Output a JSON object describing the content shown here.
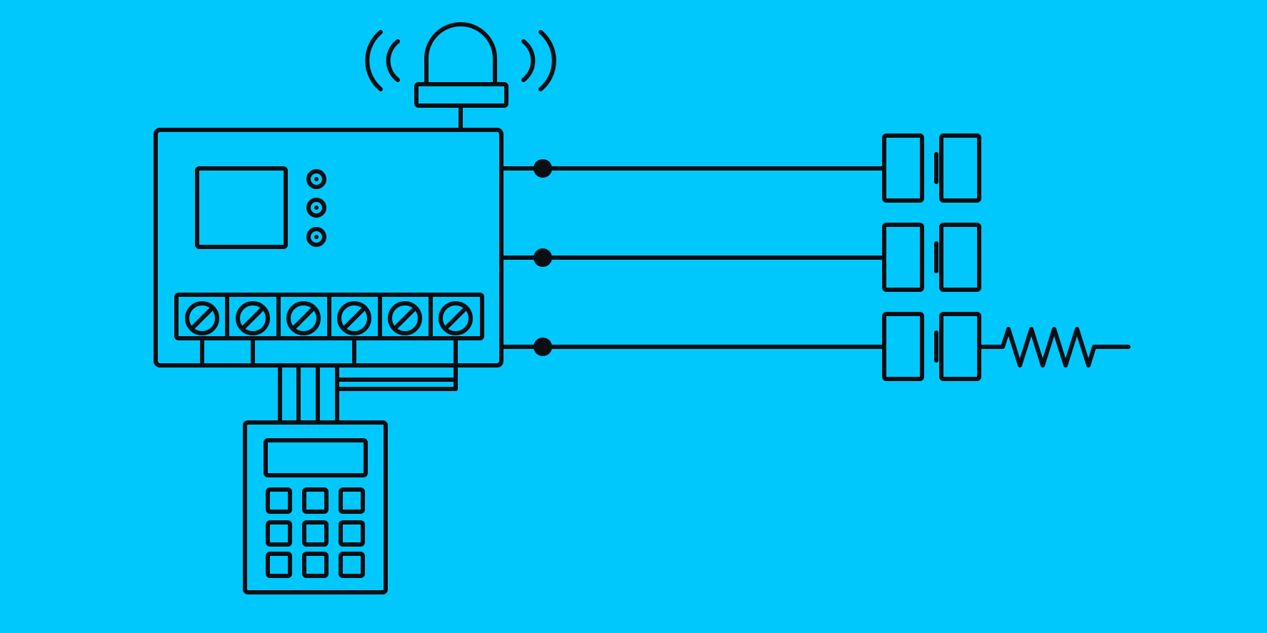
{
  "diagram": {
    "kind": "alarm-system-wiring",
    "background_color": "#00c8fc",
    "line_color": "#0b0f14",
    "components": {
      "siren": "beacon-siren-icon",
      "control_panel": "alarm-control-panel",
      "panel_screen": "panel-screen",
      "indicator_leds": 3,
      "terminal_screws": 6,
      "keypad": "keypad",
      "keypad_buttons": 9,
      "contact_sensors": 3,
      "end_of_line_resistor": "resistor-icon"
    }
  }
}
